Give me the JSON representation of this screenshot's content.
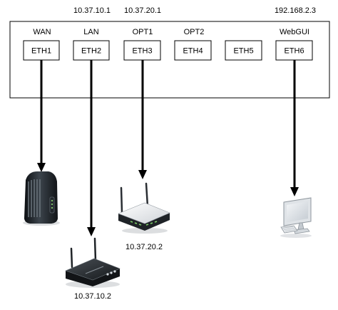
{
  "chassis": {
    "ports": [
      {
        "id": "eth1",
        "name": "ETH1",
        "role": "WAN",
        "ip": ""
      },
      {
        "id": "eth2",
        "name": "ETH2",
        "role": "LAN",
        "ip": "10.37.10.1"
      },
      {
        "id": "eth3",
        "name": "ETH3",
        "role": "OPT1",
        "ip": "10.37.20.1"
      },
      {
        "id": "eth4",
        "name": "ETH4",
        "role": "OPT2",
        "ip": ""
      },
      {
        "id": "eth5",
        "name": "ETH5",
        "role": "",
        "ip": ""
      },
      {
        "id": "eth6",
        "name": "ETH6",
        "role": "WebGUI",
        "ip": "192.168.2.3"
      }
    ]
  },
  "devices": [
    {
      "id": "modem",
      "icon": "cable-modem-icon",
      "label": ""
    },
    {
      "id": "router-lan",
      "icon": "wireless-router-icon",
      "label": "10.37.10.2"
    },
    {
      "id": "router-opt1",
      "icon": "wireless-router-icon",
      "label": "10.37.20.2"
    },
    {
      "id": "workstation",
      "icon": "desktop-computer-icon",
      "label": ""
    }
  ],
  "links": [
    {
      "from": "ETH1",
      "to": "modem"
    },
    {
      "from": "ETH2",
      "to": "router-lan"
    },
    {
      "from": "ETH3",
      "to": "router-opt1"
    },
    {
      "from": "ETH6",
      "to": "workstation"
    }
  ]
}
